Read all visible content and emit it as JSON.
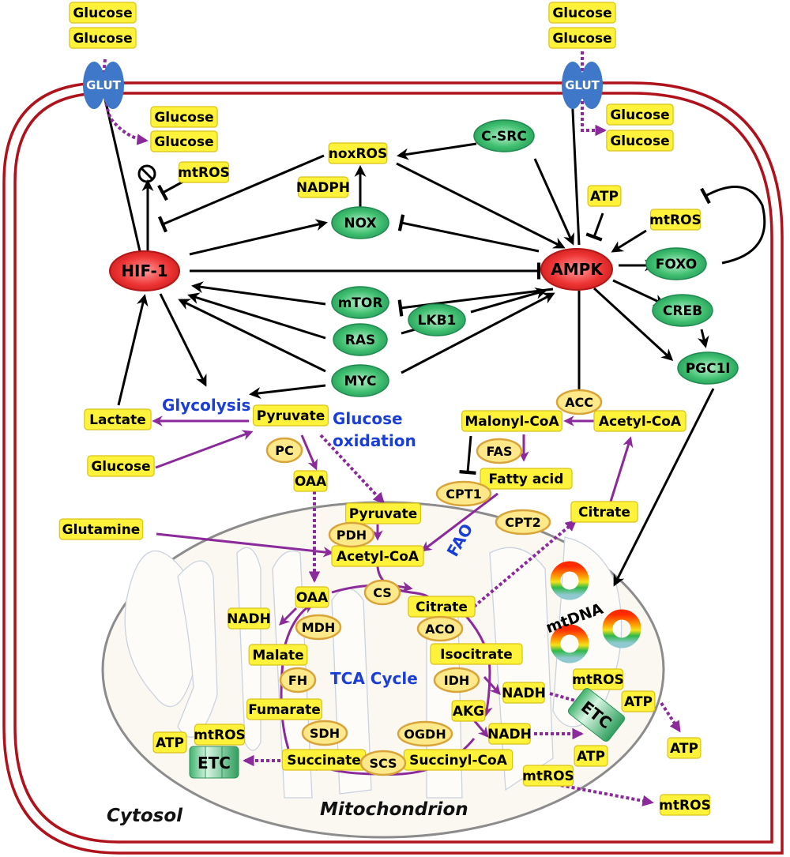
{
  "title": "HIF-1 and AMPK regulation of cellular metabolism",
  "colors": {
    "membrane": "#b0121b",
    "metabolite_box": "#fff23a",
    "enzyme_ellipse": "#fde98a",
    "signaling_node": "#2fae5f",
    "hub_node": "#e52a2a",
    "pathway_label": "#1b3fd6",
    "metabolic_arrow": "#8b2a9b",
    "glut": "#3f78c9"
  },
  "regions": {
    "cytosol": "Cytosol",
    "mitochondrion": "Mitochondrion"
  },
  "transporters": {
    "glut_left": "GLUT",
    "glut_right": "GLUT"
  },
  "hubs": {
    "hif1": "HIF-1",
    "ampk": "AMPK"
  },
  "signaling": {
    "csrc": "C-SRC",
    "nox": "NOX",
    "mtor": "mTOR",
    "ras": "RAS",
    "myc": "MYC",
    "lkb1": "LKB1",
    "foxo": "FOXO",
    "creb": "CREB",
    "pgc1": "PGC1l"
  },
  "pathways": {
    "glycolysis": "Glycolysis",
    "glucose_oxidation_1": "Glucose",
    "glucose_oxidation_2": "oxidation",
    "fao": "FAO",
    "tca": "TCA Cycle"
  },
  "metabolites": {
    "glucose_ext_left_1": "Glucose",
    "glucose_ext_left_2": "Glucose",
    "glucose_ext_right_1": "Glucose",
    "glucose_ext_right_2": "Glucose",
    "glucose_in_left_1": "Glucose",
    "glucose_in_left_2": "Glucose",
    "glucose_in_right_1": "Glucose",
    "glucose_in_right_2": "Glucose",
    "mtros_hif": "mtROS",
    "noxros": "noxROS",
    "nadph": "NADPH",
    "atp_ampk": "ATP",
    "mtros_ampk": "mtROS",
    "lactate": "Lactate",
    "pyruvate_cyto": "Pyruvate",
    "glucose_cyto": "Glucose",
    "oaa_cyto": "OAA",
    "malonyl_coa": "Malonyl-CoA",
    "acetyl_coa_cyto": "Acetyl-CoA",
    "fatty_acid": "Fatty acid",
    "citrate_cyto": "Citrate",
    "glutamine": "Glutamine",
    "pyruvate_mito": "Pyruvate",
    "acetyl_coa_mito": "Acetyl-CoA",
    "oaa_mito": "OAA",
    "citrate_mito": "Citrate",
    "nadh_mdh": "NADH",
    "malate": "Malate",
    "isocitrate": "Isocitrate",
    "fumarate": "Fumarate",
    "nadh_idh": "NADH",
    "akg": "AKG",
    "nadh_ogdh": "NADH",
    "succinate": "Succinate",
    "succinyl_coa": "Succinyl-CoA",
    "atp_etc_left": "ATP",
    "mtros_etc_left": "mtROS",
    "mtros_etc_right": "mtROS",
    "atp_etc_right_top": "ATP",
    "atp_out": "ATP",
    "atp_etc_right_bottom": "ATP",
    "mtros_etc_right_bottom": "mtROS",
    "mtros_out": "mtROS",
    "mtdna": "mtDNA"
  },
  "enzymes": {
    "acc": "ACC",
    "fas": "FAS",
    "pc": "PC",
    "cpt1": "CPT1",
    "cpt2": "CPT2",
    "pdh": "PDH",
    "cs": "CS",
    "mdh": "MDH",
    "aco": "ACO",
    "fh": "FH",
    "idh": "IDH",
    "sdh": "SDH",
    "ogdh": "OGDH",
    "scs": "SCS"
  },
  "complexes": {
    "etc_left": "ETC",
    "etc_right": "ETC"
  }
}
